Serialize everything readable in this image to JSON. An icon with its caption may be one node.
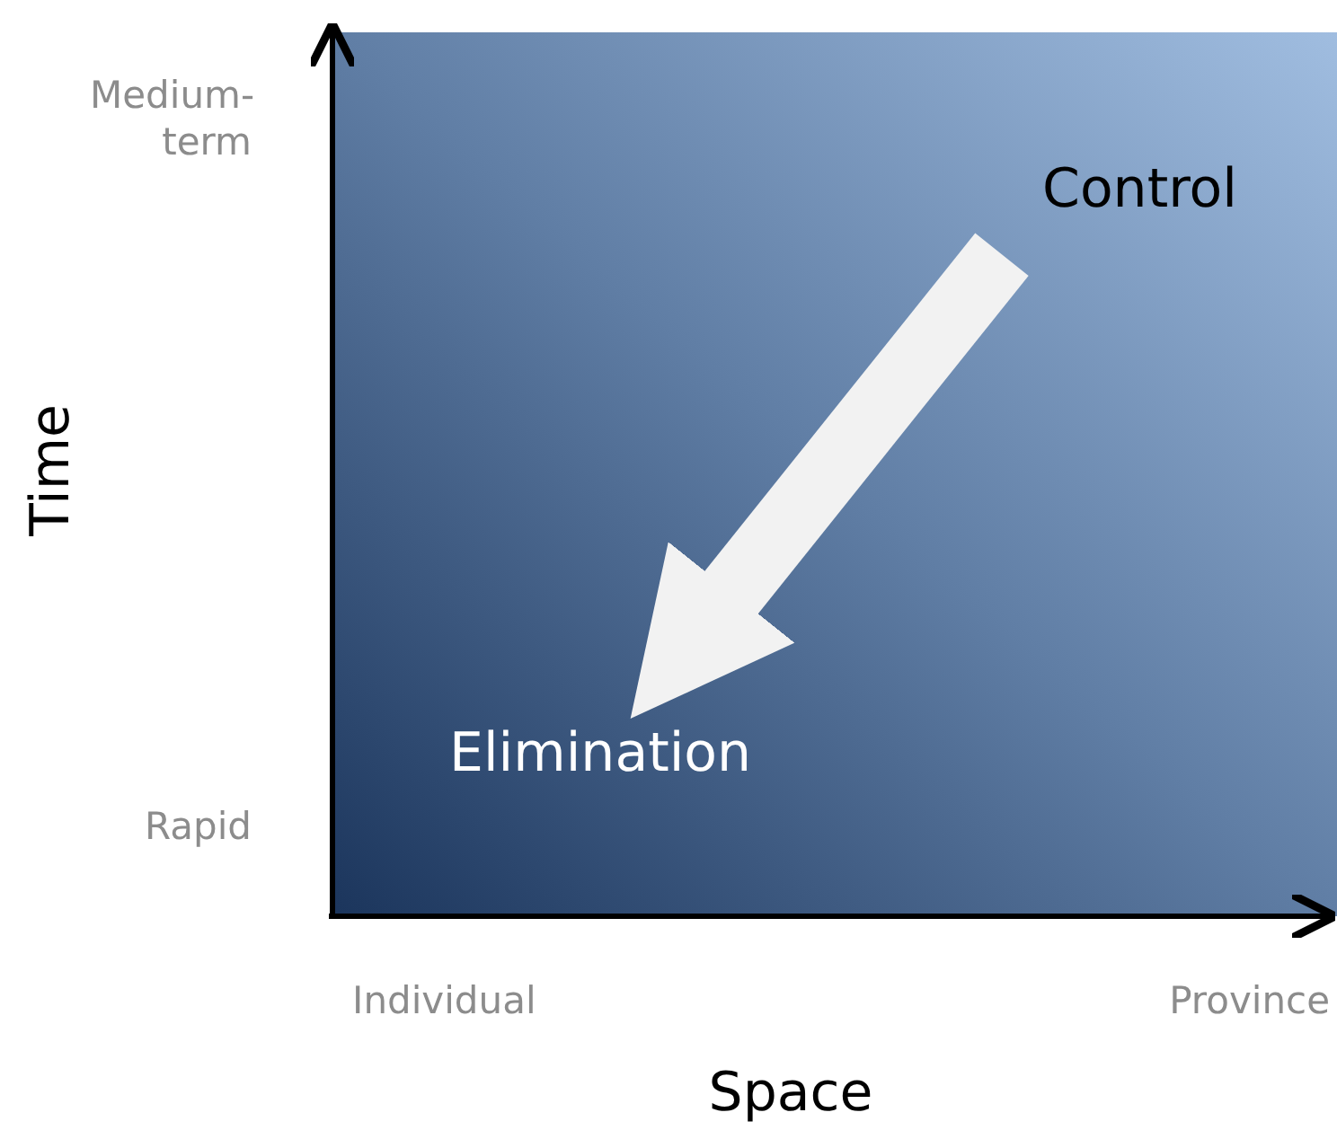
{
  "diagram": {
    "nodes": [
      {
        "text": [
          "Control"
        ]
      },
      {
        "text": [
          "Elimination"
        ]
      }
    ],
    "edges": [
      {
        "from": 0,
        "to": 1,
        "arrow": "to"
      }
    ],
    "labels": [
      "Medium-term",
      "Time",
      "Rapid",
      "Individual",
      "Province",
      "Space"
    ]
  }
}
